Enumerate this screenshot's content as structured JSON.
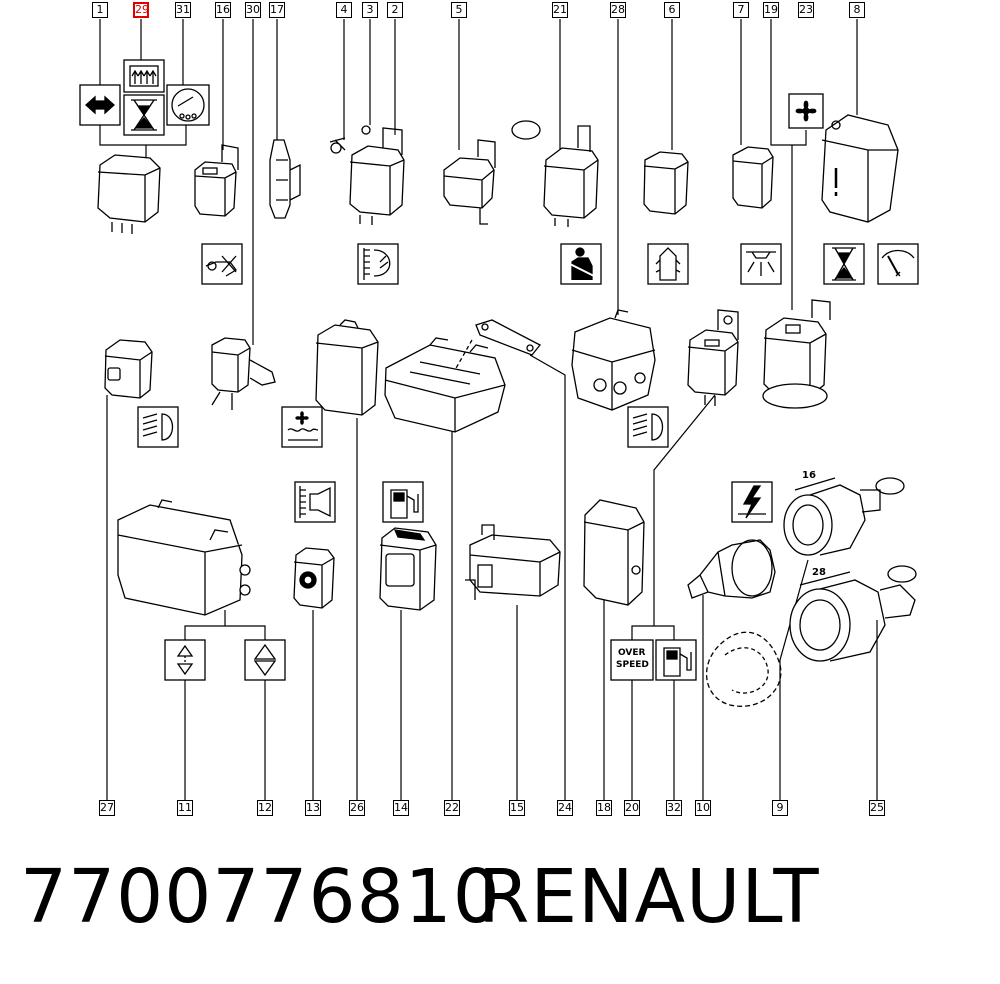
{
  "callouts_top": [
    "1",
    "29",
    "31",
    "16",
    "30",
    "17",
    "4",
    "3",
    "2",
    "5",
    "21",
    "28",
    "6",
    "7",
    "19",
    "23",
    "8"
  ],
  "callouts_bottom": [
    "27",
    "11",
    "12",
    "13",
    "26",
    "14",
    "22",
    "15",
    "24",
    "18",
    "20",
    "32",
    "10",
    "9",
    "25"
  ],
  "highlighted_callout": "29",
  "overspeed_label_1": "OVER",
  "overspeed_label_2": "SPEED",
  "dim_16": "16",
  "dim_28": "28",
  "part_number": "7700776810",
  "brand": "RENAULT"
}
